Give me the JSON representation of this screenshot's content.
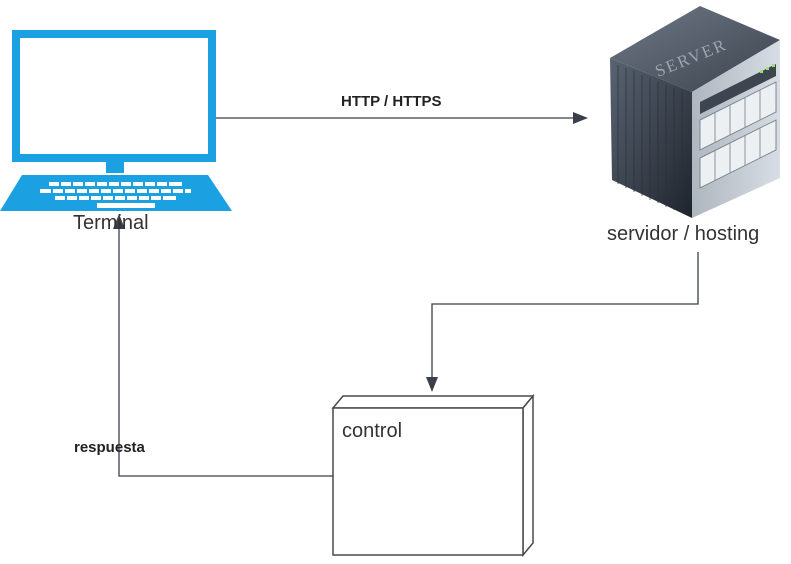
{
  "nodes": {
    "terminal": {
      "label": "Terminal",
      "color": "#1ba1e2"
    },
    "server": {
      "label": "servidor / hosting",
      "badge": "SERVER"
    },
    "control": {
      "label": "control"
    }
  },
  "edges": {
    "request": {
      "label": "HTTP / HTTPS"
    },
    "response": {
      "label": "respuesta"
    }
  },
  "colors": {
    "line": "#3a3f4a",
    "laptop": "#1ba1e2",
    "box_stroke": "#4a4a4a"
  }
}
